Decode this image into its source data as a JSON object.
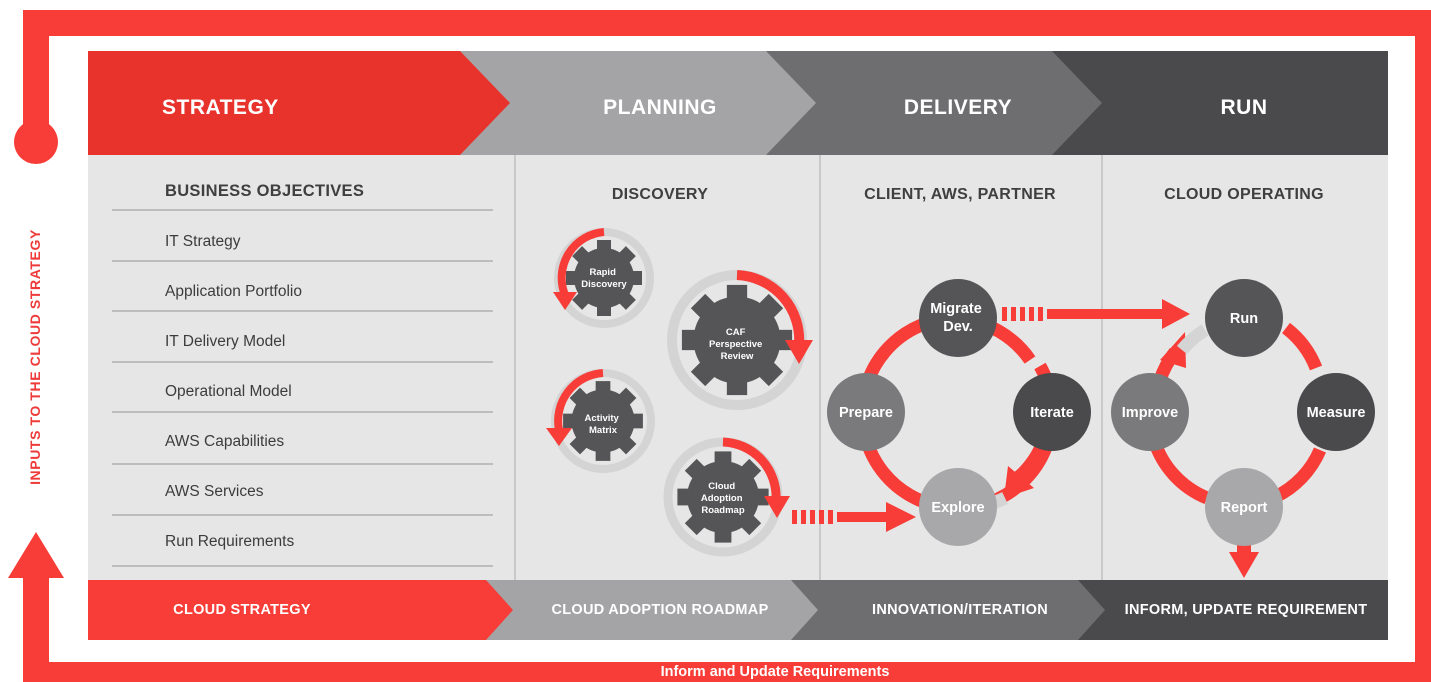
{
  "colors": {
    "red": "#f83c37",
    "strategy_red": "#e8322c",
    "planning_gray": "#a4a4a6",
    "delivery_gray": "#6e6e70",
    "run_gray": "#4a4a4c",
    "panel_gray": "#e6e6e6",
    "node_dark": "#555557",
    "node_mid": "#7a7a7c",
    "node_light": "#a8a8aa",
    "ring_gray": "#d4d4d4"
  },
  "phases": [
    "STRATEGY",
    "PLANNING",
    "DELIVERY",
    "RUN"
  ],
  "strategy_panel": {
    "title": "BUSINESS OBJECTIVES",
    "items": [
      "IT Strategy",
      "Application Portfolio",
      "IT Delivery Model",
      "Operational Model",
      "AWS Capabilities",
      "AWS Services",
      "Run Requirements"
    ]
  },
  "planning_panel": {
    "title": "DISCOVERY",
    "gears": [
      "Rapid Discovery",
      "CAF Perspective Review",
      "Activity Matrix",
      "Cloud Adoption Roadmap"
    ]
  },
  "delivery_panel": {
    "title": "CLIENT, AWS, PARTNER",
    "nodes": {
      "top": "Migrate Dev.",
      "left": "Prepare",
      "right": "Iterate",
      "bottom": "Explore"
    }
  },
  "run_panel": {
    "title": "CLOUD OPERATING",
    "nodes": {
      "top": "Run",
      "left": "Improve",
      "right": "Measure",
      "bottom": "Report"
    }
  },
  "footer": [
    "CLOUD STRATEGY",
    "CLOUD ADOPTION ROADMAP",
    "INNOVATION/ITERATION",
    "INFORM, UPDATE REQUIREMENT"
  ],
  "side_label": "INPUTS TO THE CLOUD STRATEGY",
  "bottom_label": "Inform and Update Requirements"
}
